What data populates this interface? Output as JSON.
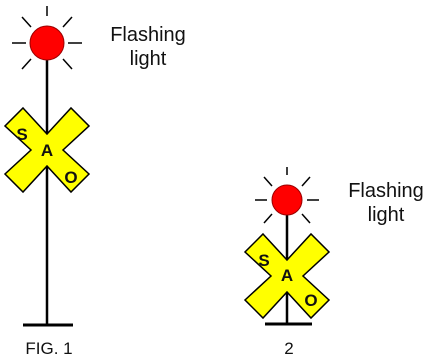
{
  "colors": {
    "light": "#ff0000",
    "light_outline": "#990000",
    "cross_fill": "#ffff00",
    "cross_outline": "#000000",
    "post": "#000000",
    "background": "#ffffff"
  },
  "figures": [
    {
      "id": "fig1",
      "light_label_line1": "Flashing",
      "light_label_line2": "light",
      "cross_letters": [
        "S",
        "A",
        "O"
      ],
      "caption": "FIG. 1"
    },
    {
      "id": "fig2",
      "light_label_line1": "Flashing",
      "light_label_line2": "light",
      "cross_letters": [
        "S",
        "A",
        "O"
      ],
      "caption": "2"
    }
  ]
}
